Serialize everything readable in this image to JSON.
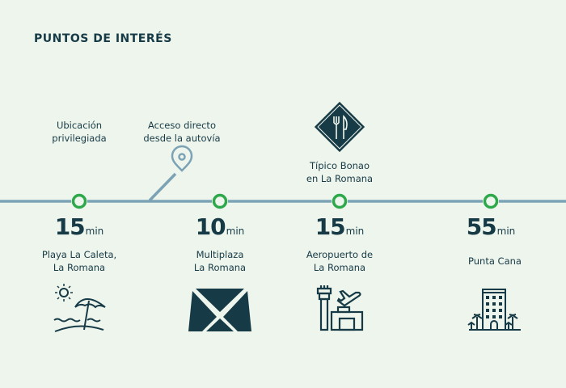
{
  "title": "PUNTOS DE INTERÉS",
  "colors": {
    "background": "#eef5ec",
    "dark": "#163a46",
    "line": "#7ba3b5",
    "dot": "#2da84a"
  },
  "top_labels": [
    {
      "line1": "Ubicación",
      "line2": "privilegiada"
    },
    {
      "line1": "Acceso directo",
      "line2": "desde la autovía",
      "icon": "map-pin-icon"
    },
    {
      "line1": "Típico Bonao",
      "line2": "en La Romana",
      "icon": "restaurant-icon"
    }
  ],
  "stops": [
    {
      "time": "15",
      "unit": "min",
      "line1": "Playa La Caleta,",
      "line2": "La Romana",
      "icon": "beach-icon"
    },
    {
      "time": "10",
      "unit": "min",
      "line1": "Multiplaza",
      "line2": "La Romana",
      "icon": "multiplaza-logo-icon"
    },
    {
      "time": "15",
      "unit": "min",
      "line1": "Aeropuerto de",
      "line2": "La Romana",
      "icon": "airport-icon"
    },
    {
      "time": "55",
      "unit": "min",
      "line1": "Punta Cana",
      "line2": "",
      "icon": "hotel-icon"
    }
  ]
}
